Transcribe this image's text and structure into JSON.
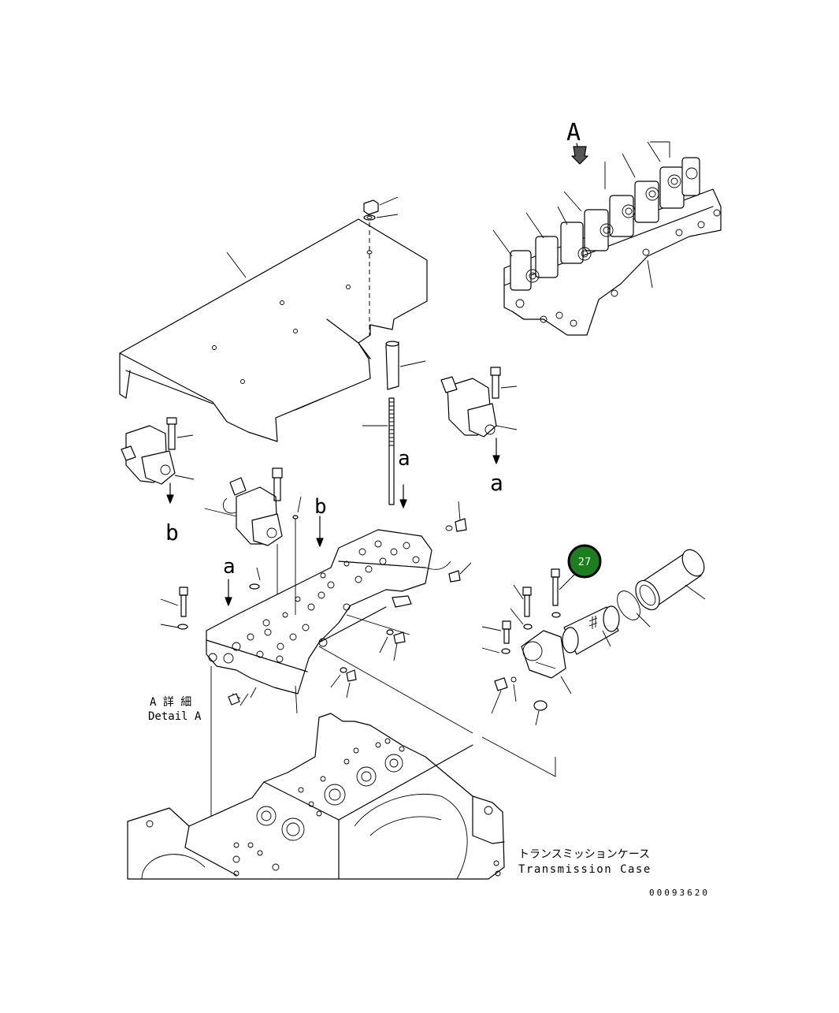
{
  "markers": {
    "view_a": "A",
    "ref_a": "a",
    "ref_b": "b"
  },
  "detail": {
    "jp": "A 詳 細",
    "en": "Detail A"
  },
  "case_label": {
    "jp": "トランスミッションケース",
    "en": "Transmission Case"
  },
  "callout": {
    "number": "27",
    "color": "#1e7d1e"
  },
  "drawing_number": "00093620"
}
